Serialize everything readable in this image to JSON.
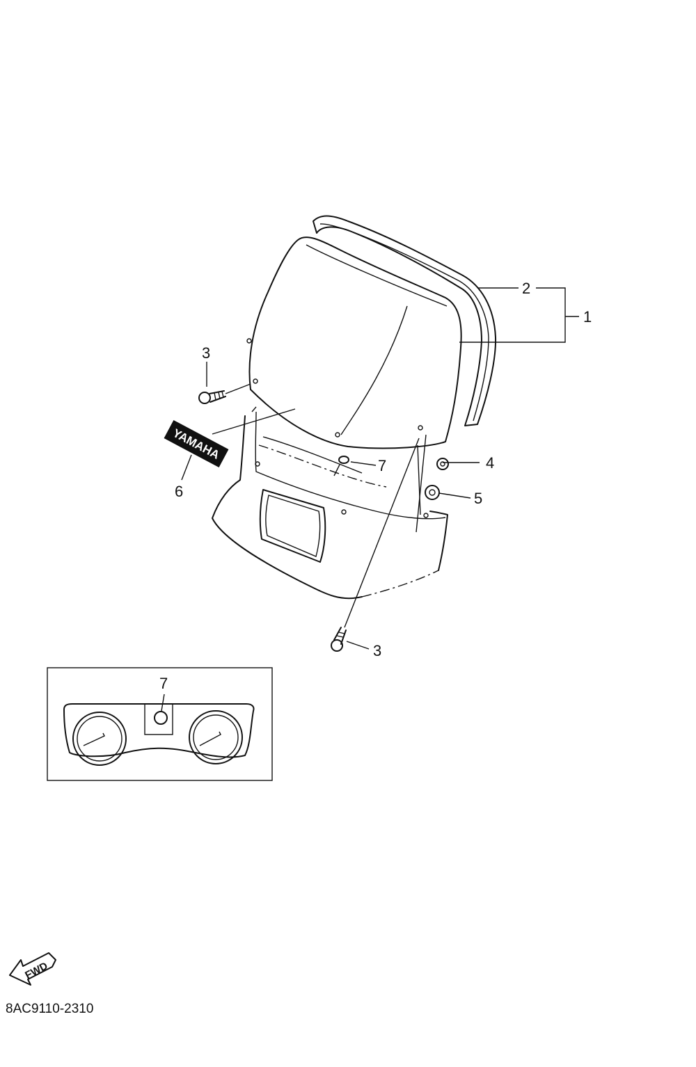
{
  "callouts": {
    "c1": "1",
    "c2": "2",
    "c3a": "3",
    "c3b": "3",
    "c4": "4",
    "c5": "5",
    "c6": "6",
    "c7a": "7",
    "c7b": "7"
  },
  "emblem_text": "YAMAHA",
  "direction_label": "FWD",
  "drawing_code": "8AC9110-2310"
}
